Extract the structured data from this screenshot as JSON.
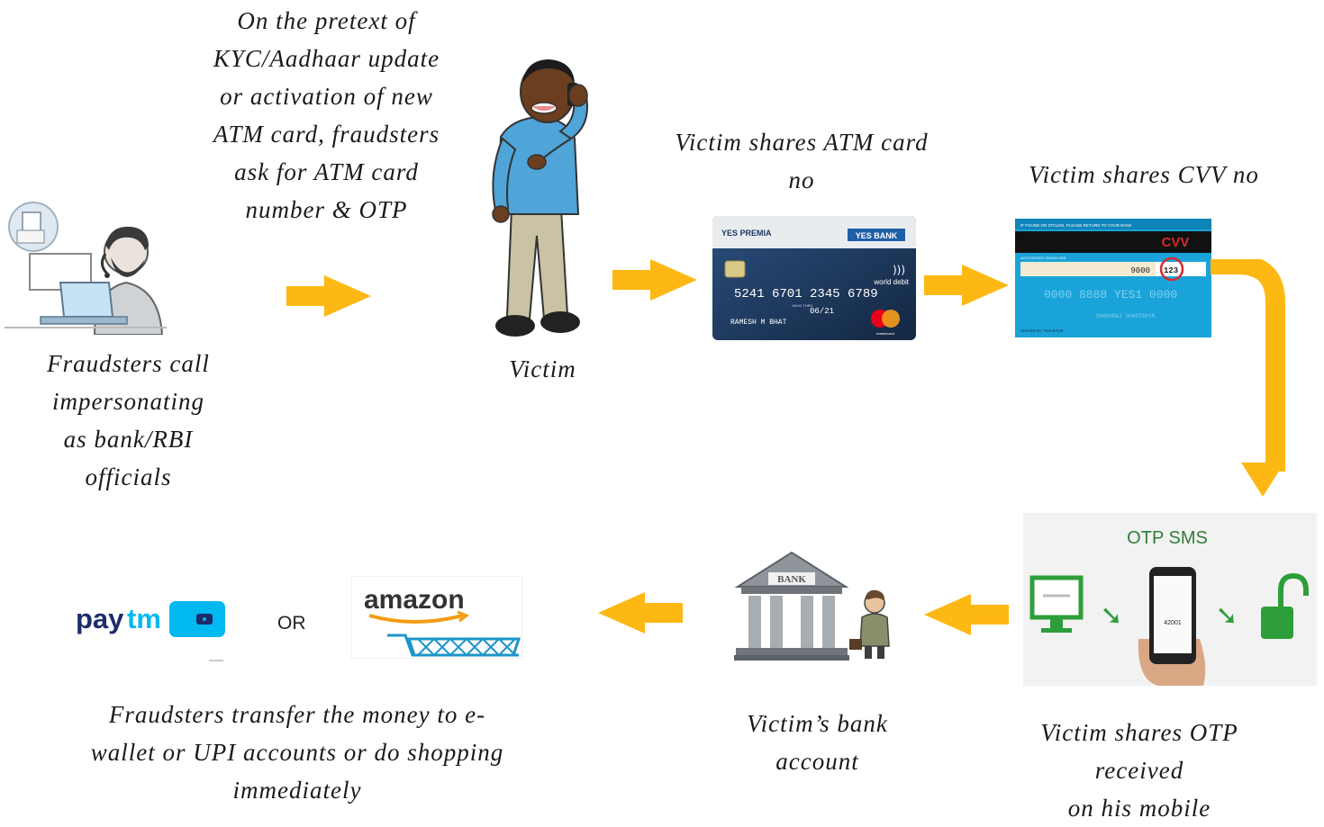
{
  "captions": {
    "pretext": [
      "On the pretext of",
      "KYC/Aadhaar update",
      "or activation of new",
      "ATM card, fraudsters",
      "ask for ATM card",
      "number & OTP"
    ],
    "fraudsters_call": [
      "Fraudsters call",
      "impersonating",
      "as bank/RBI",
      "officials"
    ],
    "victim": [
      "Victim"
    ],
    "shares_card": [
      "Victim shares ATM card",
      "no"
    ],
    "shares_cvv": [
      "Victim shares CVV no"
    ],
    "shares_otp": [
      "Victim shares OTP",
      "received",
      "on his mobile"
    ],
    "bank_account": [
      "Victim’s bank",
      "account"
    ],
    "transfer": [
      "Fraudsters transfer the money to e-",
      "wallet or UPI accounts or do shopping",
      "immediately"
    ]
  },
  "or_label": "OR",
  "debit_card": {
    "brand_left": "YES PREMIA",
    "brand_right": "YES BANK",
    "number": "5241  6701  2345  6789",
    "valid_label": "VALID THRU",
    "expiry": "06/21",
    "holder": "RAMESH M BHAT",
    "network": "world debit",
    "mastercard_label": "mastercard"
  },
  "card_back": {
    "header": "IF FOUND OR STOLEN, PLEASE RETURN TO YOUR BANK",
    "cvv_label": "CVV",
    "signature_label": "AUTHORISED SIGNATURE",
    "last_digits": "9000",
    "cvv_value": "123",
    "number_faded": "0000 8888 YES1 0000",
    "holder_faded": "SHASHRAJ SHASTRAYA",
    "footer": "ISSUED BY YES BANK"
  },
  "otp_sms": {
    "title": "OTP SMS",
    "code": "42001"
  },
  "bank_sign": "BANK",
  "paytm": {
    "wordmark_left": "pay",
    "wordmark_right": "tm"
  },
  "amazon": {
    "wordmark": "amazon"
  },
  "colors": {
    "arrow": "#FDB813",
    "paytm_dark": "#1e2c6b",
    "paytm_light": "#00b9f1",
    "otp_green": "#2e9e3a",
    "card_blue": "#1f3b63"
  }
}
